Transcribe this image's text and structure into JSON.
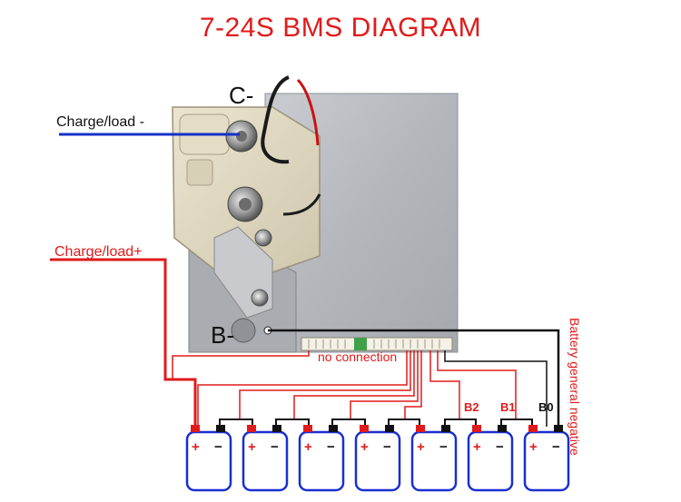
{
  "title": "7-24S BMS DIAGRAM",
  "labels": {
    "c_minus": "C-",
    "b_minus": "B-",
    "charge_load_minus": "Charge/load -",
    "charge_load_plus": "Charge/load+",
    "no_connection": "no connection",
    "battery_general_negative": "Battery general negative",
    "b2": "B2",
    "b1": "B1",
    "b0": "B0"
  },
  "cell_symbols": {
    "plus": "+",
    "minus": "−"
  },
  "battery_cells": [
    {
      "plus": "+",
      "minus": "−"
    },
    {
      "plus": "+",
      "minus": "−"
    },
    {
      "plus": "+",
      "minus": "−"
    },
    {
      "plus": "+",
      "minus": "−"
    },
    {
      "plus": "+",
      "minus": "−"
    },
    {
      "plus": "+",
      "minus": "−"
    },
    {
      "plus": "+",
      "minus": "−"
    }
  ],
  "colors": {
    "title": "#e01b1b",
    "positive_wire": "#e01b1b",
    "negative_wire": "#111111",
    "charge_minus_wire": "#1530c8",
    "cell_outline": "#1a2fd0",
    "board": "#b9bcc2",
    "terminal_block": "#ddd6bf"
  }
}
